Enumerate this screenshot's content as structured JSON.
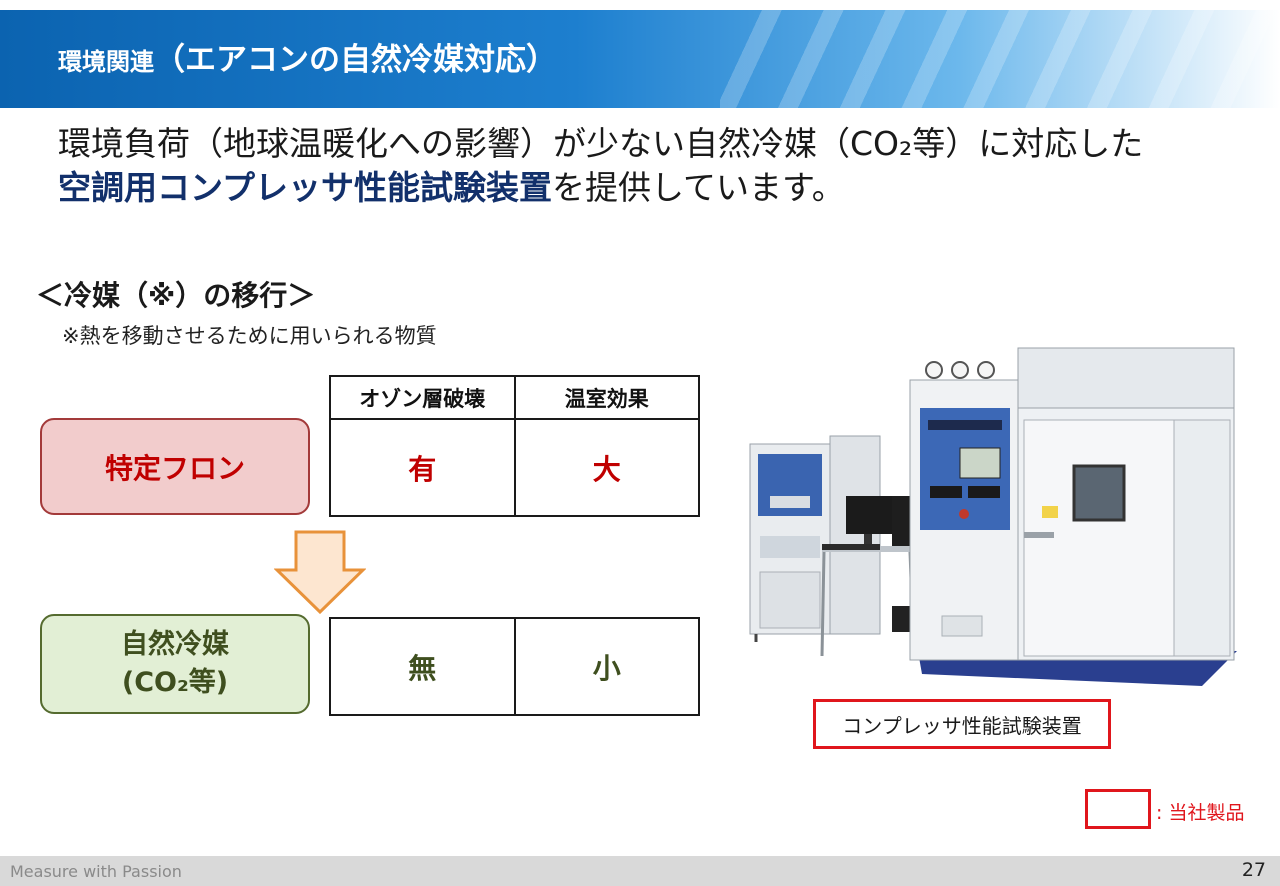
{
  "header": {
    "title_prefix": "環境関連",
    "title_main": "（エアコンの自然冷媒対応）"
  },
  "lead": {
    "line1": "環境負荷（地球温暖化への影響）が少ない自然冷媒（CO₂等）に対応した",
    "line2_emphasis": "空調用コンプレッサ性能試験装置",
    "line2_rest": "を提供しています。"
  },
  "section": {
    "title": "＜冷媒（※）の移行＞",
    "note": "※熱を移動させるために用いられる物質"
  },
  "boxes": {
    "freon": "特定フロン",
    "natural_line1": "自然冷媒",
    "natural_line2": "(CO₂等)"
  },
  "table": {
    "headers": [
      "オゾン層破壊",
      "温室効果"
    ],
    "freon_row": [
      "有",
      "大"
    ],
    "natural_row": [
      "無",
      "小"
    ]
  },
  "photo_caption": "コンプレッサ性能試験装置",
  "legend": ": 当社製品",
  "footer": {
    "brand": "Measure with Passion",
    "page": "27"
  },
  "colors": {
    "header_blue": "#0b63b0",
    "freon_red": "#c00000",
    "natural_green": "#3f4f1f",
    "company_product_red": "#e0161c",
    "arrow_orange": "#e8923a"
  },
  "icons": {
    "transition_arrow": "arrow-down-icon"
  }
}
